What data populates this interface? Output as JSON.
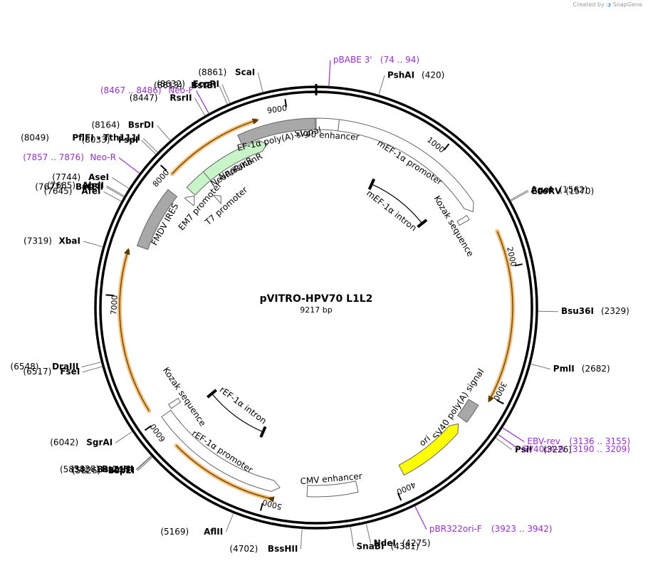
{
  "brand": {
    "created_by": "Created by",
    "app": "SnapGene"
  },
  "plasmid": {
    "name": "pVITRO-HPV70 L1L2",
    "length_label": "9217 bp",
    "length": 9217
  },
  "ticks": [
    {
      "pos": 1000,
      "label": "1000"
    },
    {
      "pos": 2000,
      "label": "2000"
    },
    {
      "pos": 3000,
      "label": "3000"
    },
    {
      "pos": 4000,
      "label": "4000"
    },
    {
      "pos": 5000,
      "label": "5000"
    },
    {
      "pos": 6000,
      "label": "6000"
    },
    {
      "pos": 7000,
      "label": "7000"
    },
    {
      "pos": 8000,
      "label": "8000"
    },
    {
      "pos": 9000,
      "label": "9000"
    }
  ],
  "sites": [
    {
      "name": "ScaI",
      "pos": "(8861)",
      "bp": 8861
    },
    {
      "name": "EcoRI",
      "pos": "(8632)",
      "bp": 8632
    },
    {
      "name": "BstBI",
      "pos": "(8613)",
      "bp": 8613
    },
    {
      "name": "RsrII",
      "pos": "(8447)",
      "bp": 8447
    },
    {
      "name": "BsrDI",
      "pos": "(8164)",
      "bp": 8164
    },
    {
      "name": "PflFI - Tth111I",
      "pos": "(8049)",
      "bp": 8049
    },
    {
      "name": "FspI",
      "pos": "(8033)",
      "bp": 8033
    },
    {
      "name": "AseI",
      "pos": "(7744)",
      "bp": 7744
    },
    {
      "name": "AhdI",
      "pos": "(7685)",
      "bp": 7685
    },
    {
      "name": "BstEII",
      "pos": "(7677)",
      "bp": 7677
    },
    {
      "name": "AfeI",
      "pos": "(7645)",
      "bp": 7645
    },
    {
      "name": "XbaI",
      "pos": "(7319)",
      "bp": 7319
    },
    {
      "name": "DraIII",
      "pos": "(6548)",
      "bp": 6548
    },
    {
      "name": "FseI",
      "pos": "(6517)",
      "bp": 6517
    },
    {
      "name": "SgrAI",
      "pos": "(6042)",
      "bp": 6042
    },
    {
      "name": "BamHI",
      "pos": "(5838)",
      "bp": 5838
    },
    {
      "name": "BstZ17I",
      "pos": "(5834)",
      "bp": 5834
    },
    {
      "name": "BspEI",
      "pos": "(5826)",
      "bp": 5826
    },
    {
      "name": "AflII",
      "pos": "(5169)",
      "bp": 5169
    },
    {
      "name": "BssHII",
      "pos": "(4702)",
      "bp": 4702
    },
    {
      "name": "SnaBI",
      "pos": "(4381)",
      "bp": 4381
    },
    {
      "name": "NdeI",
      "pos": "(4275)",
      "bp": 4275
    },
    {
      "name": "PsiI",
      "pos": "(3226)",
      "bp": 3226
    },
    {
      "name": "PmlI",
      "pos": "(2682)",
      "bp": 2682
    },
    {
      "name": "Bsu36I",
      "pos": "(2329)",
      "bp": 2329
    },
    {
      "name": "AgeI",
      "pos": "(1562)",
      "bp": 1562
    },
    {
      "name": "EcoRV",
      "pos": "(1570)",
      "bp": 1570
    },
    {
      "name": "PshAI",
      "pos": "(420)",
      "bp": 420
    }
  ],
  "primers": [
    {
      "name": "pBABE 3'",
      "range": "(74 .. 94)",
      "bp": 84
    },
    {
      "name": "Neo-F",
      "range": "(8467 .. 8486)",
      "bp": 8476
    },
    {
      "name": "Neo-R",
      "range": "(7857 .. 7876)",
      "bp": 7866
    },
    {
      "name": "EBV-rev",
      "range": "(3136 .. 3155)",
      "bp": 3145
    },
    {
      "name": "SV40pA-R",
      "range": "(3190 .. 3209)",
      "bp": 3199
    },
    {
      "name": "pBR322ori-F",
      "range": "(3923 .. 3942)",
      "bp": 3932
    }
  ],
  "features": [
    {
      "name": "SV40 enhancer",
      "start": 0,
      "end": 180,
      "color": "#ffffff",
      "kind": "box"
    },
    {
      "name": "mEF-1α promoter",
      "start": 180,
      "end": 1500,
      "color": "#ffffff",
      "kind": "arrow"
    },
    {
      "name": "Kozak sequence",
      "start": 1500,
      "end": 1540,
      "color": "#ffffff",
      "kind": "box"
    },
    {
      "name": "mEF-1α intron",
      "start": 620,
      "end": 1320,
      "color": "#000000",
      "kind": "intron"
    },
    {
      "name": "SV40 poly(A) signal",
      "start": 3100,
      "end": 3260,
      "color": "#a8a8a8",
      "kind": "box"
    },
    {
      "name": "ori",
      "start": 3310,
      "end": 3900,
      "color": "#ffff00",
      "kind": "arrow-rev"
    },
    {
      "name": "CMV enhancer",
      "start": 4280,
      "end": 4680,
      "color": "#ffffff",
      "kind": "box"
    },
    {
      "name": "rEF-1α promoter",
      "start": 4900,
      "end": 6010,
      "color": "#ffffff",
      "kind": "arrow-rev"
    },
    {
      "name": "rEF-1α intron",
      "start": 5200,
      "end": 5900,
      "color": "#000000",
      "kind": "intron"
    },
    {
      "name": "Kozak sequence",
      "start": 6020,
      "end": 6060,
      "color": "#ffffff",
      "kind": "box"
    },
    {
      "name": "FMDV IRES",
      "start": 7400,
      "end": 7900,
      "color": "#a8a8a8",
      "kind": "box"
    },
    {
      "name": "EM7 promoter",
      "start": 7930,
      "end": 8000,
      "color": "#ffffff",
      "kind": "arrow"
    },
    {
      "name": "NeoR/KanR",
      "start": 8010,
      "end": 8790,
      "color": "#c8f5c8",
      "kind": "arrow"
    },
    {
      "name": "T7 promoter",
      "start": 8130,
      "end": 8180,
      "color": "#ffffff",
      "kind": "arrow"
    },
    {
      "name": "NeoR/KanR",
      "start": 8200,
      "end": 8790,
      "color": "#c8f5c8",
      "kind": "arrow"
    },
    {
      "name": "EF-1α poly(A) signal",
      "start": 8590,
      "end": 9210,
      "color": "#a8a8a8",
      "kind": "box"
    }
  ],
  "orfs": [
    {
      "start": 1720,
      "end": 3020,
      "dir": 1
    },
    {
      "start": 4950,
      "end": 5770,
      "dir": -1
    },
    {
      "start": 6100,
      "end": 7340,
      "dir": 1
    },
    {
      "start": 8010,
      "end": 8760,
      "dir": 1
    }
  ]
}
